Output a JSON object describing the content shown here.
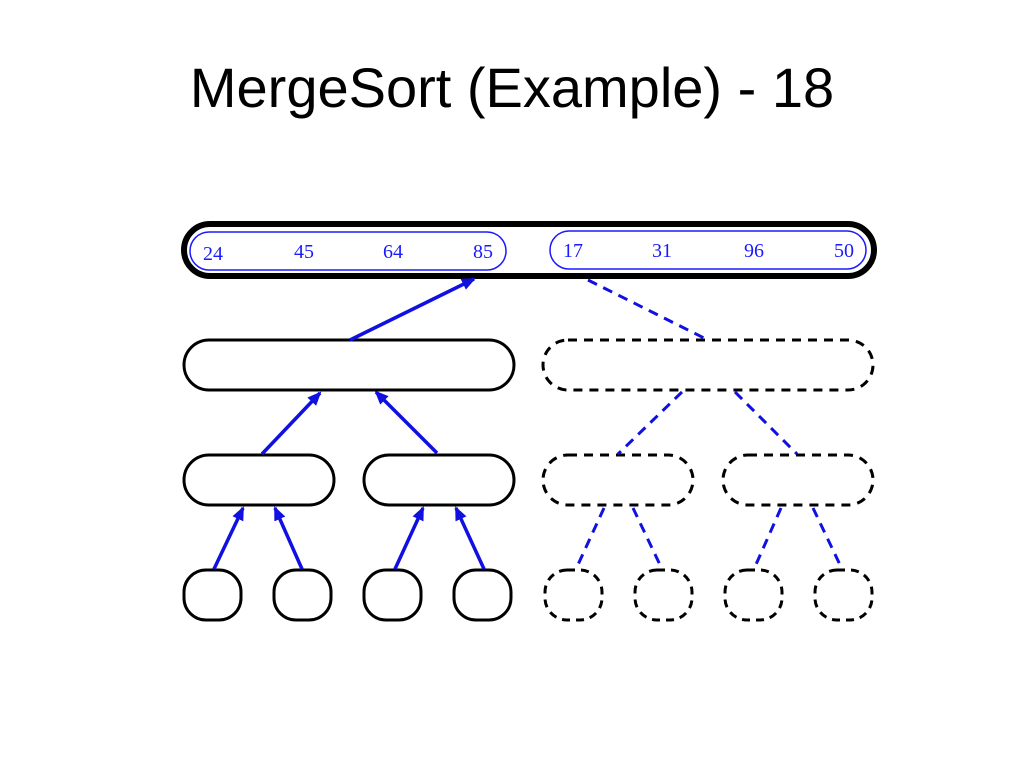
{
  "title": "MergeSort (Example) - 18",
  "colors": {
    "node_stroke": "#000000",
    "arrow": "#1010e0",
    "numbers": "#1a1aff"
  },
  "root": {
    "left_group": [
      "24",
      "45",
      "64",
      "85"
    ],
    "right_group": [
      "17",
      "31",
      "96",
      "50"
    ]
  },
  "levels": {
    "level1": {
      "left": "completed",
      "right": "pending"
    },
    "level2": {
      "left": [
        "completed",
        "completed"
      ],
      "right": [
        "pending",
        "pending"
      ]
    },
    "level3": {
      "left": [
        "completed",
        "completed",
        "completed",
        "completed"
      ],
      "right": [
        "pending",
        "pending",
        "pending",
        "pending"
      ]
    }
  }
}
